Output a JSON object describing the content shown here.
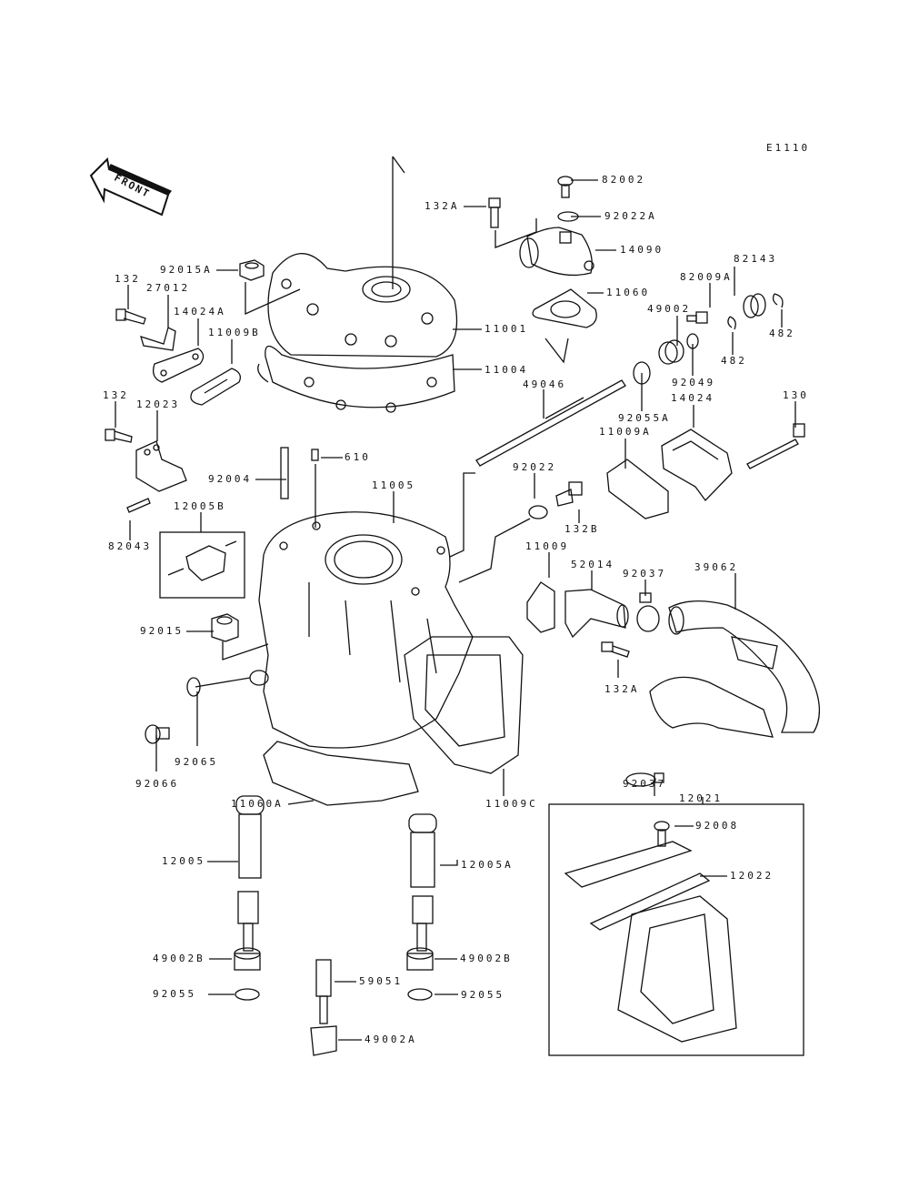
{
  "diagram_code": "E1110",
  "front_label": "FRONT",
  "labels": {
    "p82002": "82002",
    "p132A_top": "132A",
    "p92022A": "92022A",
    "p14090": "14090",
    "p92015A": "92015A",
    "p132_a": "132",
    "p27012": "27012",
    "p82143": "82143",
    "p82009A": "82009A",
    "p11060": "11060",
    "p14024A": "14024A",
    "p11009B": "11009B",
    "p49002": "49002",
    "p11001": "11001",
    "p482_a": "482",
    "p482_b": "482",
    "p92049": "92049",
    "p11004": "11004",
    "p14024": "14024",
    "p130": "130",
    "p49046": "49046",
    "p132_b": "132",
    "p12023": "12023",
    "p92055A": "92055A",
    "p11009A": "11009A",
    "p610": "610",
    "p92004": "92004",
    "p11005": "11005",
    "p92022": "92022",
    "p12005B": "12005B",
    "p132B": "132B",
    "p82043": "82043",
    "p11009": "11009",
    "p92037_a": "92037",
    "p52014": "52014",
    "p39062": "39062",
    "p92015": "92015",
    "p132A_bot": "132A",
    "p92065": "92065",
    "p92066": "92066",
    "p92037_b": "92037",
    "p12021": "12021",
    "p11009C": "11009C",
    "p11060A": "11060A",
    "p92008": "92008",
    "p12022": "12022",
    "p12005": "12005",
    "p12005A": "12005A",
    "p49002B_a": "49002B",
    "p49002B_b": "49002B",
    "p59051": "59051",
    "p92055_a": "92055",
    "p92055_b": "92055",
    "p49002A": "49002A"
  }
}
